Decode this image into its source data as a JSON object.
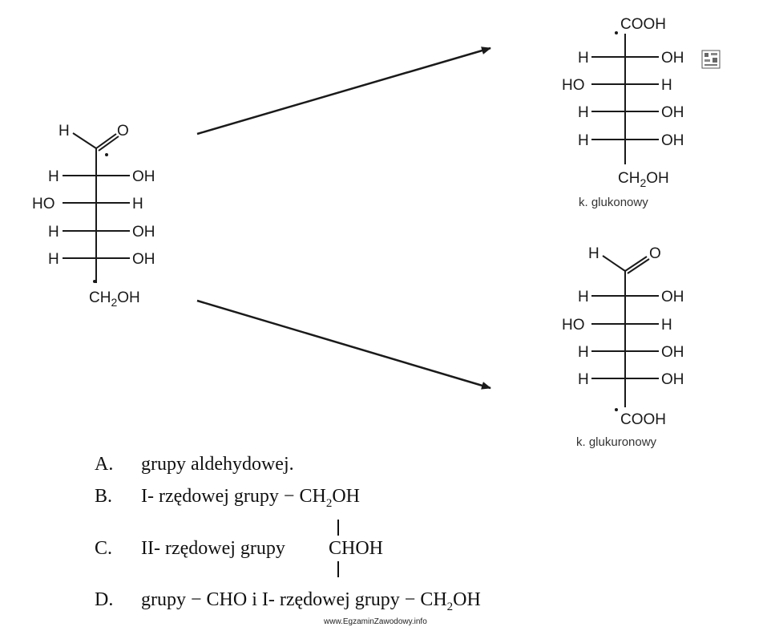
{
  "glucose": {
    "top_h": "H",
    "top_o": "O",
    "rows": [
      {
        "left": "H",
        "right": "OH"
      },
      {
        "left": "HO",
        "right": "H"
      },
      {
        "left": "H",
        "right": "OH"
      },
      {
        "left": "H",
        "right": "OH"
      }
    ],
    "bottom": "CH2OH"
  },
  "gluconic": {
    "top": "COOH",
    "rows": [
      {
        "left": "H",
        "right": "OH"
      },
      {
        "left": "HO",
        "right": "H"
      },
      {
        "left": "H",
        "right": "OH"
      },
      {
        "left": "H",
        "right": "OH"
      }
    ],
    "bottom": "CH2OH",
    "caption": "k. glukonowy"
  },
  "glucuronic": {
    "top_h": "H",
    "top_o": "O",
    "rows": [
      {
        "left": "H",
        "right": "OH"
      },
      {
        "left": "HO",
        "right": "H"
      },
      {
        "left": "H",
        "right": "OH"
      },
      {
        "left": "H",
        "right": "OH"
      }
    ],
    "bottom": "COOH",
    "caption": "k. glukuronowy"
  },
  "answers": [
    {
      "letter": "A.",
      "text": "grupy aldehydowej."
    },
    {
      "letter": "B.",
      "text": "I- rzędowej grupy − CH",
      "sub": "2",
      "text_after": "OH"
    },
    {
      "letter": "C.",
      "text": "II- rzędowej grupy",
      "group": "CHOH"
    },
    {
      "letter": "D.",
      "text": "grupy − CHO i I- rzędowej grupy − CH",
      "sub": "2",
      "text_after": "OH"
    }
  ],
  "footer": "www.EgzaminZawodowy.info"
}
